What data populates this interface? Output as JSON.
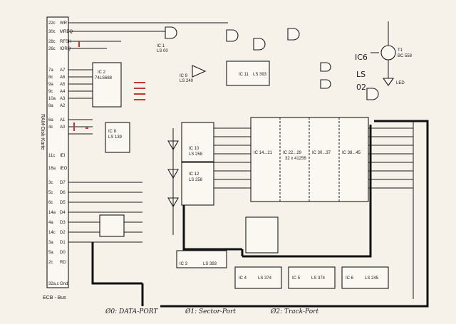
{
  "board_title": "RAM-Disk-Karte",
  "bus_label": "ECB - Bus",
  "bus_pins": [
    {
      "pin": "22c",
      "signal": "WR"
    },
    {
      "pin": "30c",
      "signal": "MREQ"
    },
    {
      "pin": "28c",
      "signal": "RFSH"
    },
    {
      "pin": "26c",
      "signal": "IORQ"
    },
    {
      "pin": "7a",
      "signal": "A7"
    },
    {
      "pin": "8c",
      "signal": "A6"
    },
    {
      "pin": "9a",
      "signal": "A5"
    },
    {
      "pin": "9c",
      "signal": "A4"
    },
    {
      "pin": "10a",
      "signal": "A3"
    },
    {
      "pin": "8a",
      "signal": "A2"
    },
    {
      "pin": "6a",
      "signal": "A1"
    },
    {
      "pin": "4c",
      "signal": "A0"
    },
    {
      "pin": "11c",
      "signal": "IEI"
    },
    {
      "pin": "16a",
      "signal": "IEO"
    },
    {
      "pin": "3c",
      "signal": "D7"
    },
    {
      "pin": "5c",
      "signal": "D6"
    },
    {
      "pin": "6c",
      "signal": "D5"
    },
    {
      "pin": "14a",
      "signal": "D4"
    },
    {
      "pin": "4a",
      "signal": "D3"
    },
    {
      "pin": "14c",
      "signal": "D2"
    },
    {
      "pin": "3a",
      "signal": "D1"
    },
    {
      "pin": "5a",
      "signal": "D0"
    },
    {
      "pin": "2c",
      "signal": "RD"
    },
    {
      "pin": "32a,c",
      "signal": "Gnd"
    }
  ],
  "ics": [
    {
      "id": "ic2",
      "ref": "IC 2",
      "part": "74LS688"
    },
    {
      "id": "ic8",
      "ref": "IC 8",
      "part": "LS 139"
    },
    {
      "id": "ic9a",
      "ref": "IC 9",
      "part": "LS 240"
    },
    {
      "id": "ic11",
      "ref": "IC 11",
      "part": "LS 393"
    },
    {
      "id": "ic10",
      "ref": "IC 10",
      "part": "LS 258"
    },
    {
      "id": "ic12",
      "ref": "IC 12",
      "part": "LS 258"
    },
    {
      "id": "ram1",
      "ref": "IC 14...21",
      "part": ""
    },
    {
      "id": "ram2",
      "ref": "IC 22...29",
      "part": "32 x 41256"
    },
    {
      "id": "ram3",
      "ref": "IC 30...37",
      "part": ""
    },
    {
      "id": "ram4",
      "ref": "IC 38...45",
      "part": ""
    },
    {
      "id": "ic3",
      "ref": "IC 3",
      "part": "LS 393"
    },
    {
      "id": "ic4",
      "ref": "IC 4",
      "part": "LS 374"
    },
    {
      "id": "ic5",
      "ref": "IC 5",
      "part": "LS 374"
    },
    {
      "id": "ic6b",
      "ref": "IC 6",
      "part": "LS 245"
    },
    {
      "id": "ic1",
      "ref": "IC 1",
      "part": "LS 00"
    }
  ],
  "handwritten": {
    "ic6_label": "IC6",
    "ic6_part": "LS",
    "ic6_num": "02"
  },
  "transistor": {
    "ref": "T1",
    "part": "BC 558"
  },
  "led_label": "LED",
  "ports": [
    {
      "id": "port0",
      "text": "Ø0: DATA-PORT"
    },
    {
      "id": "port1",
      "text": "Ø1: Sector-Port"
    },
    {
      "id": "port2",
      "text": "Ø2: Track-Port"
    }
  ],
  "colors": {
    "paper": "#f6f2ea",
    "ink": "#1a1a1a",
    "jumper": "#c23a2e"
  }
}
